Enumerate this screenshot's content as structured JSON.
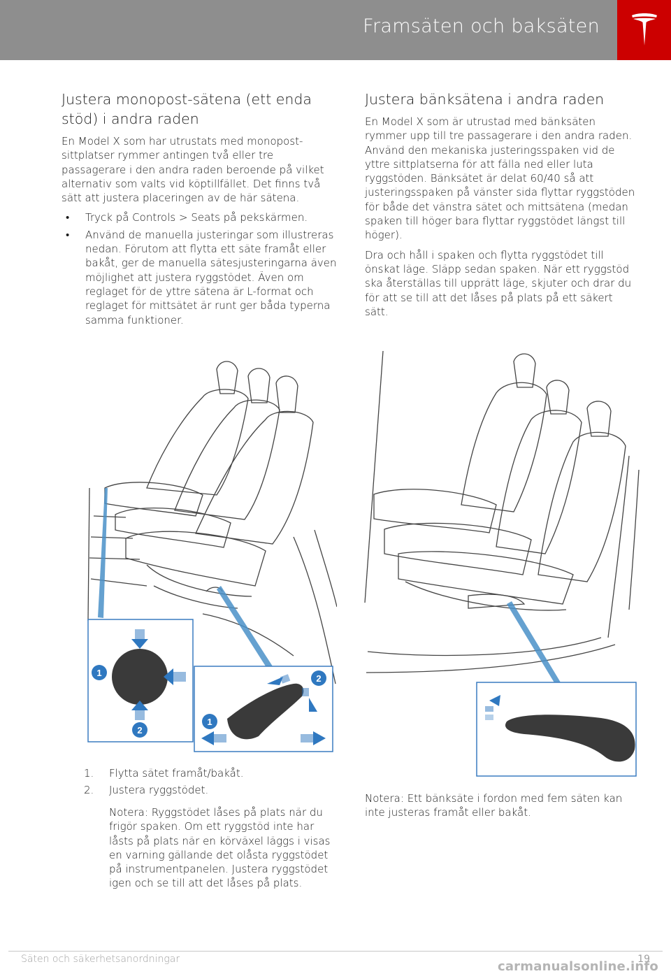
{
  "header": {
    "title": "Framsäten och baksäten",
    "logo": "tesla-logo",
    "accent": "#cc0000",
    "bar_color": "#8e8e8e"
  },
  "left": {
    "heading": "Justera monopost-sätena (ett enda stöd) i andra raden",
    "intro": "En Model X som har utrustats med monopost-sittplatser rymmer antingen två eller tre passagerare i den andra raden beroende på vilket alternativ som valts vid köptillfället. Det finns två sätt att justera placeringen av de här sätena.",
    "bullets": [
      "Tryck på Controls > Seats på pekskärmen.",
      "Använd de manuella justeringar som illustreras nedan. Förutom att flytta ett säte framåt eller bakåt, ger de manuella sätesjusteringarna även möjlighet att justera ryggstödet. Även om reglaget för de yttre sätena är L-format och reglaget för mittsätet är runt ger båda typerna samma funktioner."
    ],
    "steps": [
      {
        "num": "1.",
        "text": "Flytta sätet framåt/bakåt."
      },
      {
        "num": "2.",
        "text": "Justera ryggstödet."
      }
    ],
    "note": "Notera: Ryggstödet låses på plats när du frigör spaken. Om ett ryggstöd inte har låsts på plats när en körväxel läggs i visas en varning gällande det olåsta ryggstödet på instrumentpanelen. Justera ryggstödet igen och se till att det låses på plats.",
    "figure_callouts": [
      "1",
      "2",
      "1",
      "2"
    ]
  },
  "right": {
    "heading": "Justera bänksätena i andra raden",
    "p1": "En Model X som är utrustad med bänksäten rymmer upp till tre passagerare i den andra raden. Använd den mekaniska justeringsspaken vid de yttre sittplatserna för att fälla ned eller luta ryggstöden. Bänksätet är delat 60/40 så att justeringsspaken på vänster sida flyttar ryggstöden för både det vänstra sätet och mittsätena (medan spaken till höger bara flyttar ryggstödet längst till höger).",
    "p2": "Dra och håll i spaken och flytta ryggstödet till önskat läge. Släpp sedan spaken. När ett ryggstöd ska återställas till upprätt läge, skjuter och drar du för att se till att det låses på plats på ett säkert sätt.",
    "note": "Notera: Ett bänksäte i fordon med fem säten kan inte justeras framåt eller bakåt."
  },
  "footer": {
    "section": "Säten och säkerhetsanordningar",
    "page": "19",
    "watermark": "carmanualsonline.info"
  }
}
